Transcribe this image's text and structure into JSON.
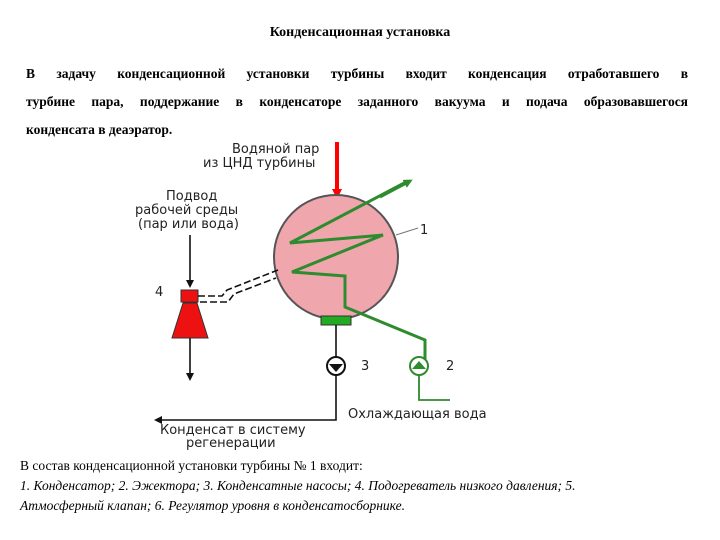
{
  "title": "Конденсационная установка",
  "intro": {
    "line1": "В задачу конденсационной установки турбины входит конденсация отработавшего в",
    "line2": "турбине пара, поддержание в конденсаторе заданного вакуума и подача образовавшегося",
    "line3": "конденсата в деаэратор."
  },
  "diagram": {
    "steam_label_1": "Водяной пар",
    "steam_label_2": "из ЦНД турбины",
    "supply_label_1": "Подвод",
    "supply_label_2": "рабочей среды",
    "supply_label_3": "(пар или вода)",
    "num_1": "1",
    "num_2": "2",
    "num_3": "3",
    "num_4": "4",
    "cooling_label": "Охлаждающая вода",
    "condensate_label_1": "Конденсат в систему",
    "condensate_label_2": "регенерации",
    "colors": {
      "condenser_fill": "#f0a6ad",
      "steam_red": "#ff0000",
      "ejector_red": "#ee1111",
      "coil_green": "#2e8b2e",
      "collector_green": "#22aa22"
    }
  },
  "bottom": {
    "line1": "В состав конденсационной установки турбины № 1 входит:",
    "line2": "1. Конденсатор; 2. Эжектора; 3. Конденсатные насосы; 4. Подогреватель низкого давления; 5.",
    "line3": "Атмосферный клапан; 6. Регулятор уровня в конденсатосборнике."
  }
}
